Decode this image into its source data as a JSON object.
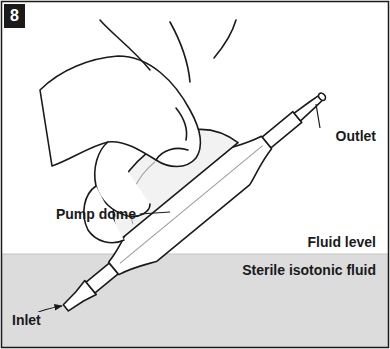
{
  "diagram": {
    "nodes": [
      {
        "text": [
          "8"
        ]
      }
    ],
    "labels": [
      "Outlet",
      "Pump dome",
      "Fluid level",
      "Sterile isotonic fluid",
      "Inlet"
    ]
  }
}
